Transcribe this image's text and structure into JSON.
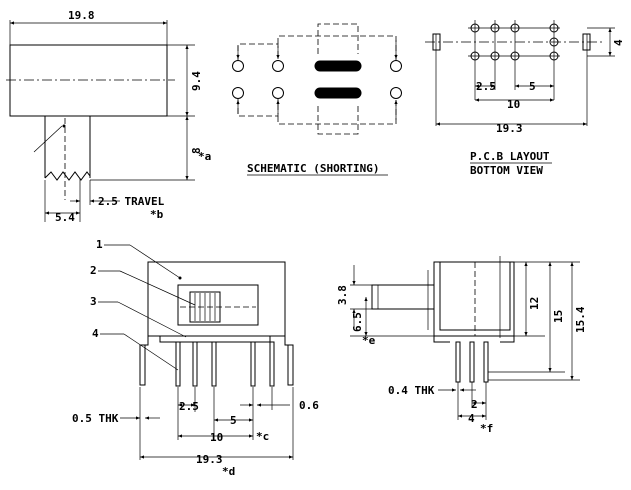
{
  "top_view": {
    "width_label": "19.8",
    "height_label": "9.4",
    "lever_label": "8",
    "lever_note": "*a",
    "offset_label": "5.4",
    "travel_label": "2.5 TRAVEL",
    "travel_note": "*b"
  },
  "schematic": {
    "caption": "SCHEMATIC (SHORTING)"
  },
  "pcb": {
    "caption_line1": "P.C.B LAYOUT",
    "caption_line2": "BOTTOM VIEW",
    "height_label": "4",
    "pitch1_label": "2.5",
    "pitch2_label": "5",
    "span_label": "10",
    "total_label": "19.3"
  },
  "front_view": {
    "callouts": [
      "1",
      "2",
      "3",
      "4"
    ],
    "thk_label": "0.5 THK",
    "pitch1_label": "2.5",
    "pitch2_label": "5",
    "pin_label": "0.6",
    "span_label": "10",
    "span_note": "*c",
    "total_label": "19.3",
    "total_note": "*d"
  },
  "side_view": {
    "lever_h_label": "3.8",
    "lever_pos_label": "6.5",
    "lever_pos_note": "*e",
    "body_h_label": "12",
    "mid_h_label": "15",
    "total_h_label": "15.4",
    "thk_label": "0.4 THK",
    "pin_pitch_label": "2",
    "pin_span_label": "4",
    "pin_note": "*f"
  }
}
